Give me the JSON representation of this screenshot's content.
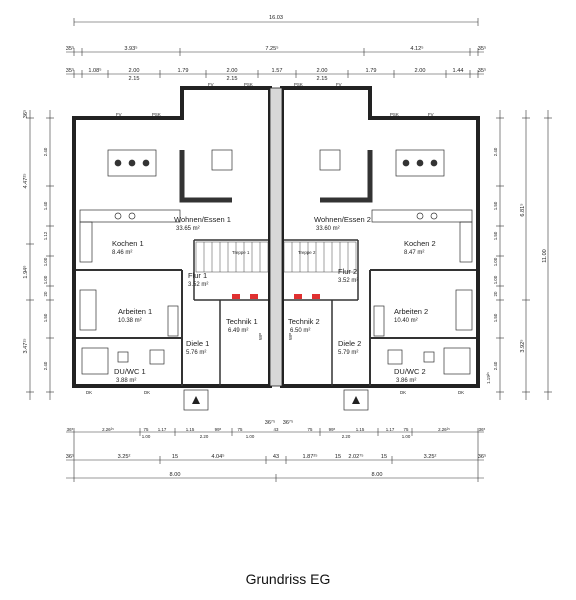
{
  "caption": "Grundriss EG",
  "dimensions": {
    "total_width": "16.03",
    "row1": [
      "35⁵",
      "3.93⁵",
      "7.25⁵",
      "4.12⁵",
      "35⁵"
    ],
    "row2_top": [
      "35⁵",
      "1.08⁵",
      "2.00",
      "1.79",
      "2.00",
      "1.57",
      "2.00",
      "1.79",
      "2.00",
      "1.44",
      "35⁵"
    ],
    "row2_bottom": [
      "2.15",
      "2.15",
      "2.15"
    ],
    "bottom_row1": [
      "36⁵",
      "2.26²⁵",
      "75",
      "1.17",
      "1.15",
      "99⁵",
      "75",
      "43",
      "75",
      "99⁵",
      "1.15",
      "1.17",
      "75",
      "2.26²⁵",
      "36⁵"
    ],
    "bottom_row1_sub": [
      "1.00",
      "2.20",
      "1.00",
      "2.20",
      "1.00"
    ],
    "bottom_mid": [
      "36⁷⁵",
      "36⁷⁵"
    ],
    "bottom_row2": [
      "36⁵",
      "3.25²",
      "15",
      "4.04⁵",
      "43",
      "1.87²⁵",
      "15",
      "2.02⁷⁵",
      "15",
      "3.25²",
      "36⁵"
    ],
    "bottom_row3": [
      "8.00",
      "8.00"
    ],
    "left_outer": [
      "36⁵",
      "4.47²⁵",
      "1.94⁶",
      "3.47¹⁵"
    ],
    "left_inner": [
      "2.40",
      "1.40",
      "1.12",
      "1.00",
      "1.00",
      "20",
      "1.50",
      "2.40"
    ],
    "right_outer": [
      "6.81⁵",
      "3.92⁵",
      "11.00"
    ],
    "right_inner": [
      "2.40",
      "1.50",
      "1.50",
      "1.00",
      "1.00",
      "20",
      "1.50",
      "2.40",
      "1.19²⁵"
    ]
  },
  "rooms": [
    {
      "name": "Wohnen/Essen 1",
      "area": "33.65 m²"
    },
    {
      "name": "Wohnen/Essen 2",
      "area": "33.60 m²"
    },
    {
      "name": "Kochen 1",
      "area": "8.46 m²"
    },
    {
      "name": "Kochen 2",
      "area": "8.47 m²"
    },
    {
      "name": "Flur 1",
      "area": "3.52 m²"
    },
    {
      "name": "Flur 2",
      "area": "3.52 m²"
    },
    {
      "name": "Arbeiten 1",
      "area": "10.38 m²"
    },
    {
      "name": "Arbeiten 2",
      "area": "10.40 m²"
    },
    {
      "name": "Technik 1",
      "area": "6.49 m²"
    },
    {
      "name": "Technik 2",
      "area": "6.50 m²"
    },
    {
      "name": "Diele 1",
      "area": "5.76 m²"
    },
    {
      "name": "Diele 2",
      "area": "5.79 m²"
    },
    {
      "name": "DU/WC 1",
      "area": "3.88 m²"
    },
    {
      "name": "DU/WC 2",
      "area": "3.86 m²"
    },
    {
      "name": "Treppe 1",
      "area": ""
    },
    {
      "name": "Treppe 2",
      "area": ""
    }
  ],
  "markers": {
    "fv": "FV",
    "psk": "PSK",
    "dk": "DK",
    "wp": "WP"
  }
}
